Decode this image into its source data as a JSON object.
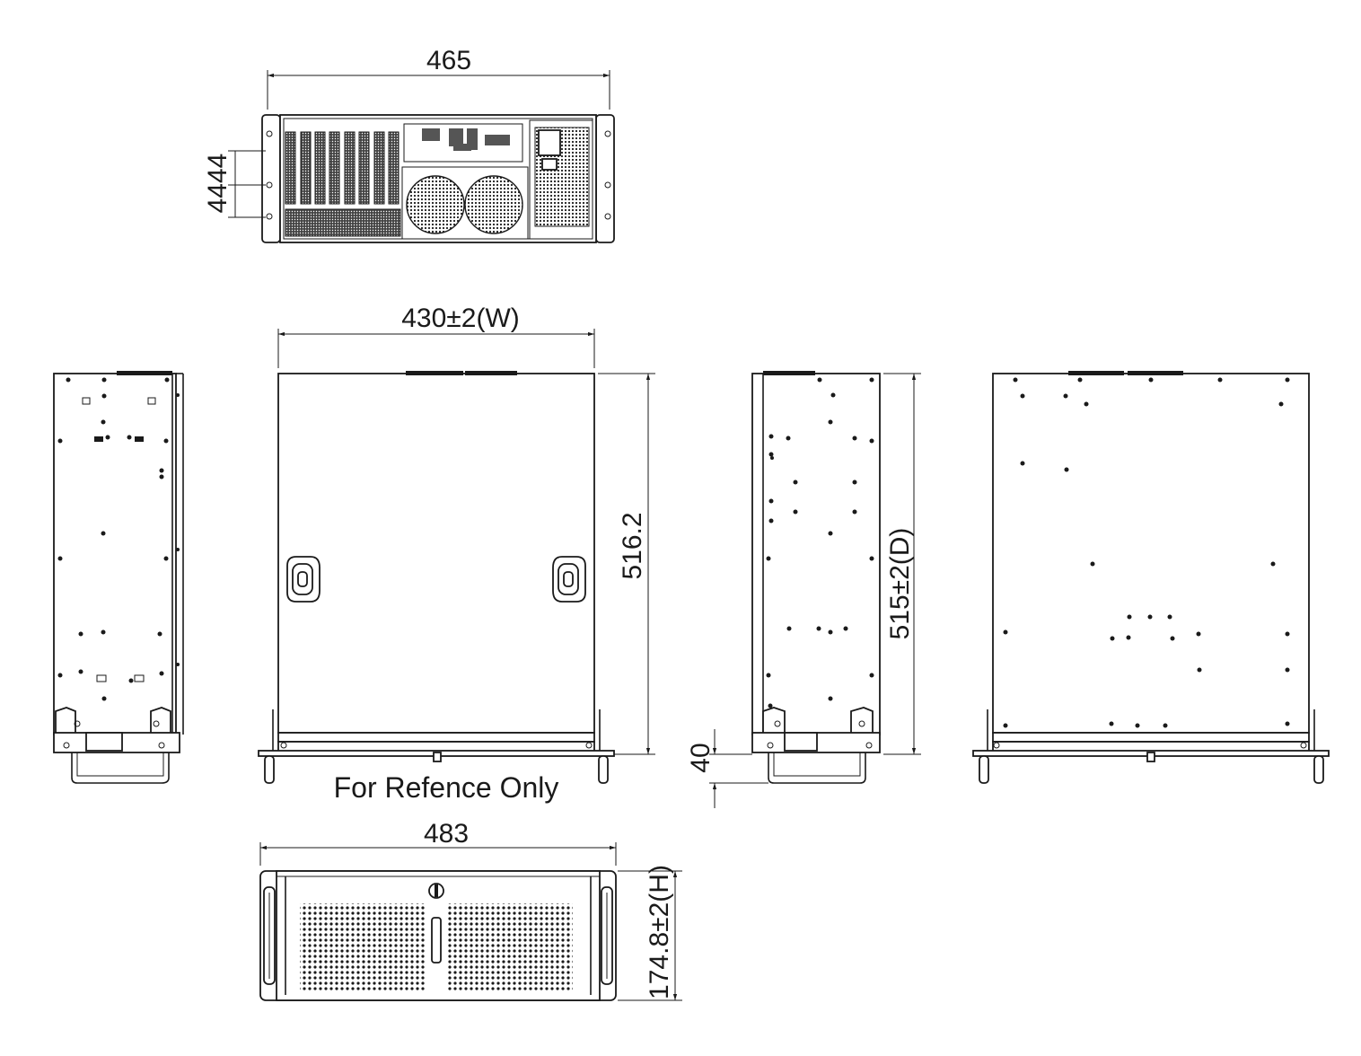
{
  "dimensions": {
    "rear_width": "465",
    "rear_spacing": "4444",
    "front_width": "430±2(W)",
    "front_depth": "516.2",
    "side_depth": "515±2(D)",
    "handle_depth": "40",
    "panel_width": "483",
    "panel_height": "174.8±2(H)"
  },
  "note": "For Refence Only"
}
